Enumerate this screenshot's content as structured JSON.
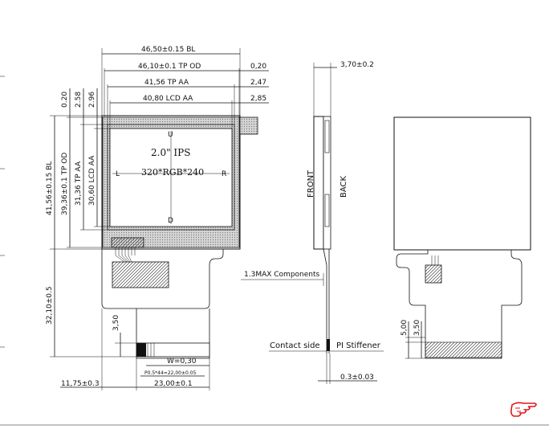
{
  "front_view": {
    "width_dims": [
      "46,50±0.15 BL",
      "46,10±0.1 TP OD",
      "41,56 TP AA",
      "40,80 LCD AA"
    ],
    "right_offsets": [
      "0,20",
      "2,47",
      "2,85"
    ],
    "height_dims": [
      "41,56±0.15 BL",
      "39,36±0.1 TP OD",
      "31,36 TP AA",
      "30,60 LCD AA"
    ],
    "top_offsets": [
      "0.20",
      "2.58",
      "2.96"
    ],
    "screen_label": "2.0\" IPS",
    "resolution_label": "320*RGB*240",
    "marks": {
      "top": "U",
      "bottom": "D",
      "left": "L",
      "right": "R"
    },
    "fpc_length": "32,10±0.5",
    "fpc_offset": "3,50",
    "fpc_left_offset": "11,75±0.3",
    "fpc_width": "23,00±0.1",
    "contact_width": "W=0,30",
    "pitch": "P0.5*44=22,00±0.05"
  },
  "side_view": {
    "thickness": "3,70±0.2",
    "front_label": "FRONT",
    "back_label": "BACK",
    "components_label": "1.3MAX Components",
    "contact_side_label": "Contact side",
    "stiffener_label": "PI Stiffener",
    "stiffener_thickness": "0.3±0.03"
  },
  "back_view": {
    "dim_a": "5,00",
    "dim_b": "3,50"
  },
  "pointer_icon": "pointing-hand-icon"
}
